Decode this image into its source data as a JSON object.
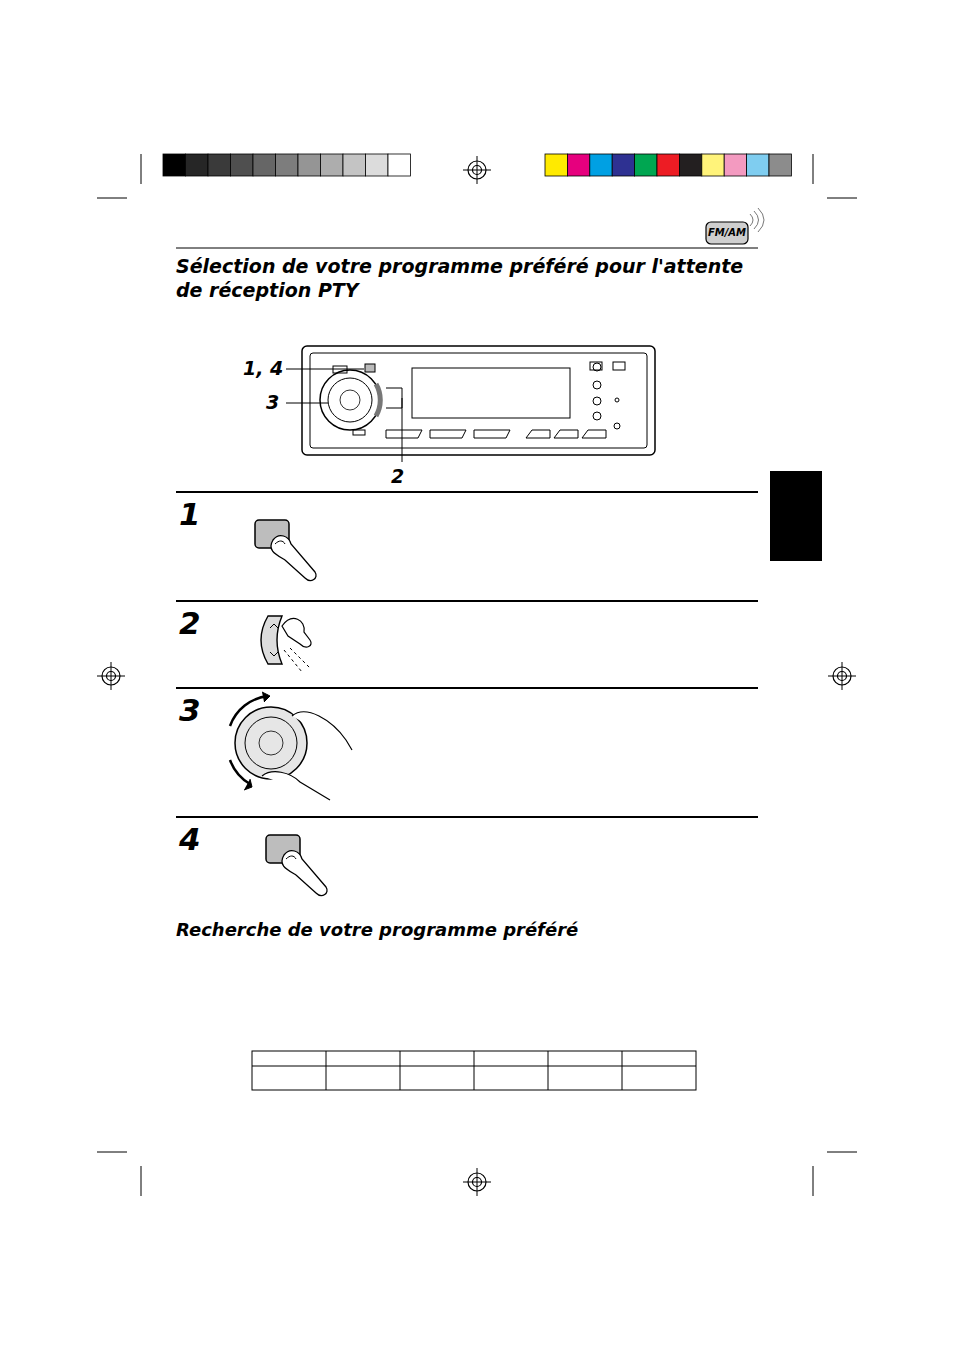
{
  "diagram": {
    "title": "Sélection de votre programme préféré pour l'attente de réception PTY",
    "labels": [
      "FM/AM",
      "1, 4",
      "3",
      "2",
      "1",
      "2",
      "3",
      "4",
      "Recherche de votre programme préféré"
    ]
  }
}
